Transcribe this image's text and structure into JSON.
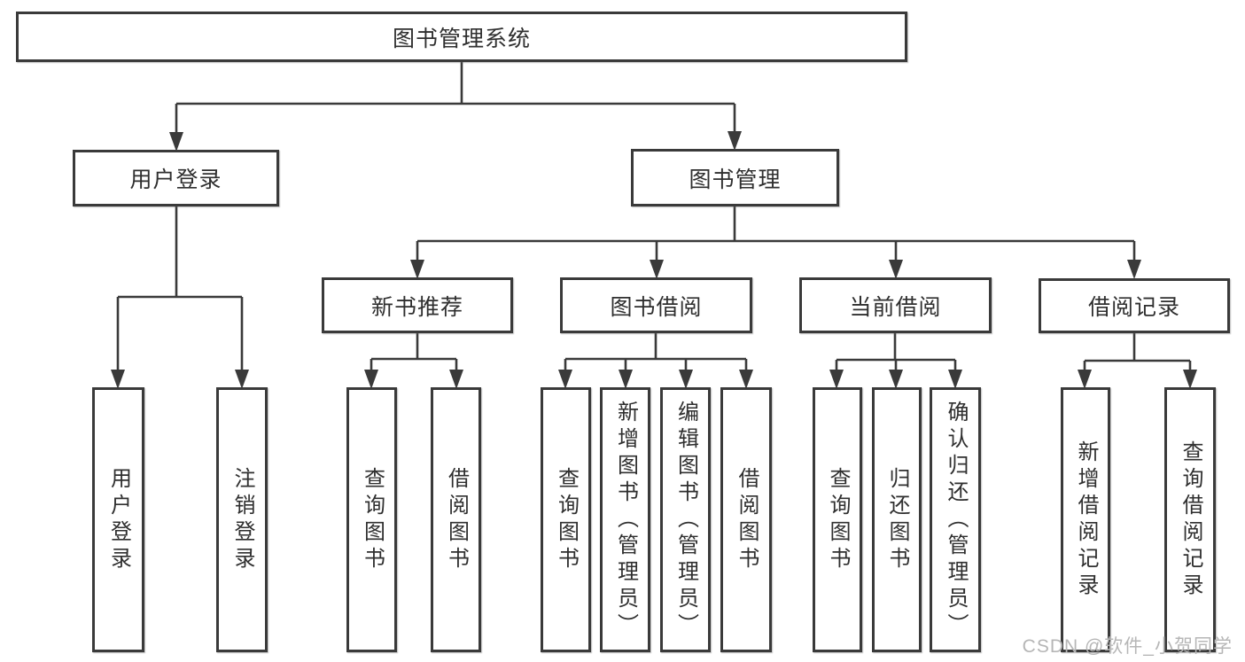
{
  "tree": {
    "root": {
      "label": "图书管理系统"
    },
    "children": [
      {
        "label": "用户登录",
        "children": [
          {
            "label": "用户登录"
          },
          {
            "label": "注销登录"
          }
        ]
      },
      {
        "label": "图书管理",
        "children": [
          {
            "label": "新书推荐",
            "children": [
              {
                "label": "查询图书"
              },
              {
                "label": "借阅图书"
              }
            ]
          },
          {
            "label": "图书借阅",
            "children": [
              {
                "label": "查询图书"
              },
              {
                "label": "新增图书（管理员）"
              },
              {
                "label": "编辑图书（管理员）"
              },
              {
                "label": "借阅图书"
              }
            ]
          },
          {
            "label": "当前借阅",
            "children": [
              {
                "label": "查询图书"
              },
              {
                "label": "归还图书"
              },
              {
                "label": "确认归还（管理员）"
              }
            ]
          },
          {
            "label": "借阅记录",
            "children": [
              {
                "label": "新增借阅记录"
              },
              {
                "label": "查询借阅记录"
              }
            ]
          }
        ]
      }
    ]
  },
  "watermark": {
    "text": "CSDN @软件_小贺同学"
  },
  "colors": {
    "line": "#3a3a3a",
    "box_border": "#3a3a3a",
    "box_fill": "#ffffff",
    "text": "#2f2f2f",
    "watermark": "#b6b6b6",
    "background": "#ffffff"
  }
}
